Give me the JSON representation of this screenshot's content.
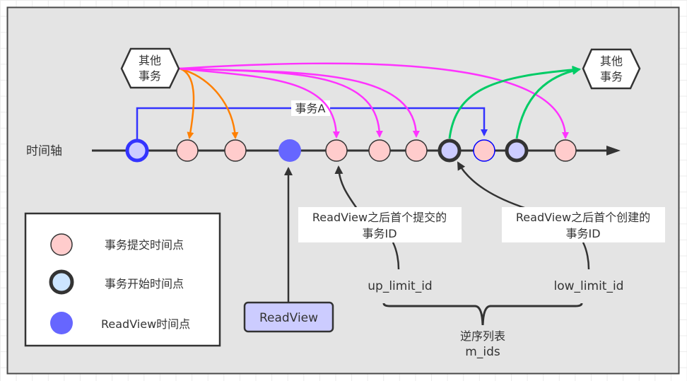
{
  "colors": {
    "frame_bg": "#e4e4e4",
    "frame_border": "#4a4a4a",
    "commit_fill": "#ffcccc",
    "start_fill": "#ccccff",
    "readview_fill": "#6666ff",
    "txA_blue": "#3333ff",
    "orange": "#ff8000",
    "magenta": "#ff33ff",
    "green": "#00cc66",
    "dark": "#333333"
  },
  "timeline": {
    "label": "时间轴"
  },
  "hexagons": {
    "left": {
      "line1": "其他",
      "line2": "事务"
    },
    "right": {
      "line1": "其他",
      "line2": "事务"
    }
  },
  "transaction_a": {
    "label": "事务A"
  },
  "points": [
    {
      "type": "txA-start"
    },
    {
      "type": "commit"
    },
    {
      "type": "commit"
    },
    {
      "type": "readview"
    },
    {
      "type": "commit"
    },
    {
      "type": "commit"
    },
    {
      "type": "commit"
    },
    {
      "type": "start"
    },
    {
      "type": "txA-commit"
    },
    {
      "type": "start"
    },
    {
      "type": "commit"
    }
  ],
  "annotations": {
    "first_commit": {
      "line1": "ReadView之后首个提交的",
      "line2": "事务ID"
    },
    "first_create": {
      "line1": "ReadView之后首个创建的",
      "line2": "事务ID"
    },
    "up_limit": "up_limit_id",
    "low_limit": "low_limit_id",
    "mids_line1": "逆序列表",
    "mids_line2": "m_ids",
    "readview_box": "ReadView"
  },
  "legend": {
    "items": [
      {
        "label": "事务提交时间点",
        "kind": "commit"
      },
      {
        "label": "事务开始时间点",
        "kind": "start"
      },
      {
        "label": "ReadView时间点",
        "kind": "readview"
      }
    ]
  }
}
